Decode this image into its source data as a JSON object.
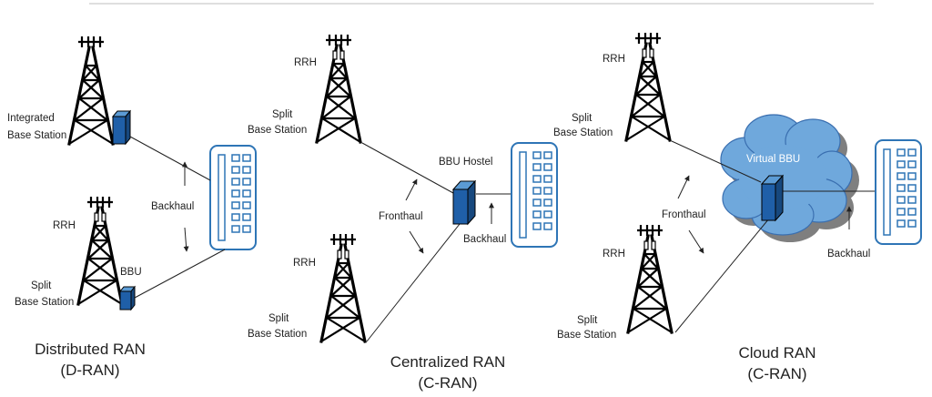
{
  "dran": {
    "integrated_line1": "Integrated",
    "integrated_line2": "Base Station",
    "rrh": "RRH",
    "bbu": "BBU",
    "split_line1": "Split",
    "split_line2": "Base Station",
    "backhaul": "Backhaul",
    "caption_line1": "Distributed RAN",
    "caption_line2": "(D-RAN)"
  },
  "cran": {
    "rrh_top": "RRH",
    "split_top_line1": "Split",
    "split_top_line2": "Base Station",
    "bbu_hostel": "BBU Hostel",
    "fronthaul": "Fronthaul",
    "backhaul": "Backhaul",
    "rrh_bottom": "RRH",
    "split_bottom_line1": "Split",
    "split_bottom_line2": "Base Station",
    "caption_line1": "Centralized RAN",
    "caption_line2": "(C-RAN)"
  },
  "cloudran": {
    "rrh_top": "RRH",
    "split_top_line1": "Split",
    "split_top_line2": "Base Station",
    "virtual_bbu": "Virtual BBU",
    "fronthaul": "Fronthaul",
    "backhaul": "Backhaul",
    "rrh_bottom": "RRH",
    "split_bottom_line1": "Split",
    "split_bottom_line2": "Base Station",
    "caption_line1": "Cloud RAN",
    "caption_line2": "(C-RAN)"
  },
  "colors": {
    "accent_blue": "#2e75b6",
    "cloud_fill": "#6fa8dc",
    "bbu_box": "#1f5fa8"
  }
}
